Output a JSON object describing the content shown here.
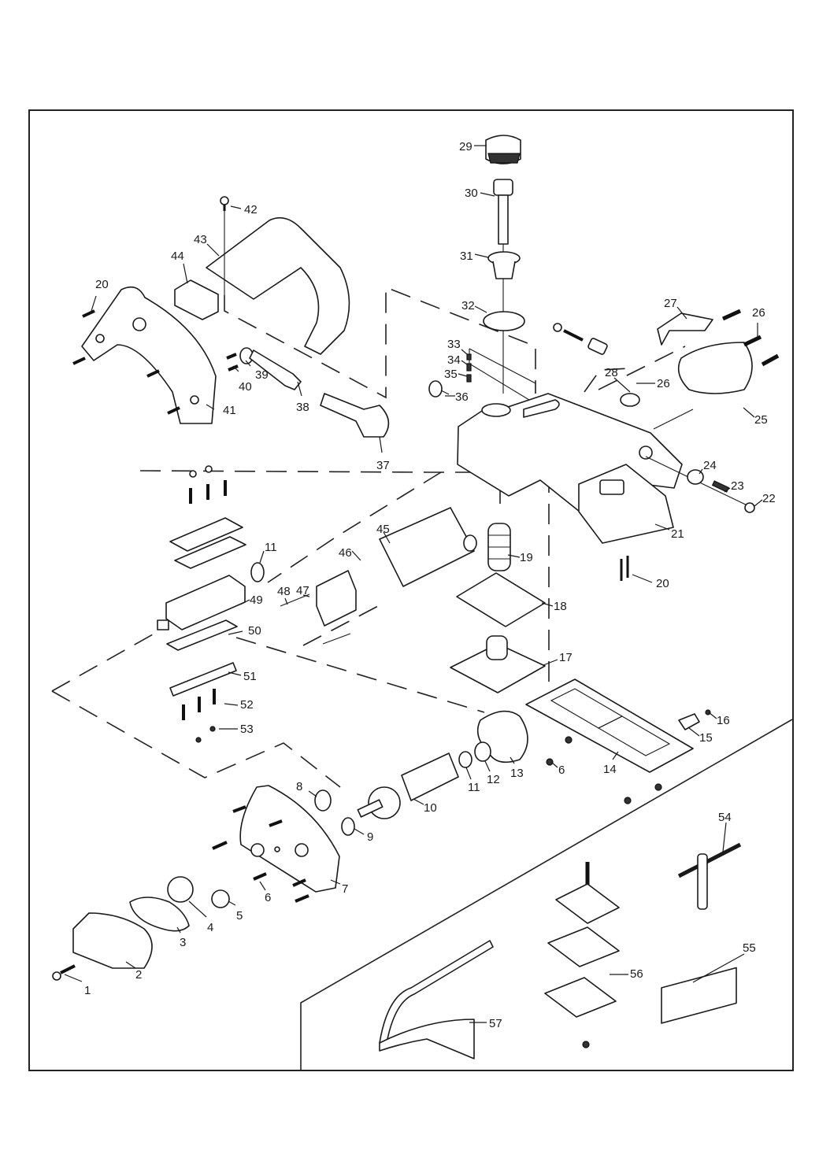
{
  "diagram": {
    "title": "Electric planer exploded parts view",
    "callouts": [
      {
        "id": "1",
        "label": "1"
      },
      {
        "id": "2",
        "label": "2"
      },
      {
        "id": "3",
        "label": "3"
      },
      {
        "id": "4",
        "label": "4"
      },
      {
        "id": "5",
        "label": "5"
      },
      {
        "id": "6a",
        "label": "6"
      },
      {
        "id": "6b",
        "label": "6"
      },
      {
        "id": "7",
        "label": "7"
      },
      {
        "id": "8",
        "label": "8"
      },
      {
        "id": "9",
        "label": "9"
      },
      {
        "id": "10",
        "label": "10"
      },
      {
        "id": "11a",
        "label": "11"
      },
      {
        "id": "11b",
        "label": "11"
      },
      {
        "id": "12",
        "label": "12"
      },
      {
        "id": "13",
        "label": "13"
      },
      {
        "id": "14",
        "label": "14"
      },
      {
        "id": "15",
        "label": "15"
      },
      {
        "id": "16",
        "label": "16"
      },
      {
        "id": "17",
        "label": "17"
      },
      {
        "id": "18",
        "label": "18"
      },
      {
        "id": "19",
        "label": "19"
      },
      {
        "id": "20a",
        "label": "20"
      },
      {
        "id": "20b",
        "label": "20"
      },
      {
        "id": "21",
        "label": "21"
      },
      {
        "id": "22",
        "label": "22"
      },
      {
        "id": "23",
        "label": "23"
      },
      {
        "id": "24",
        "label": "24"
      },
      {
        "id": "25",
        "label": "25"
      },
      {
        "id": "26a",
        "label": "26"
      },
      {
        "id": "26b",
        "label": "26"
      },
      {
        "id": "27",
        "label": "27"
      },
      {
        "id": "28",
        "label": "28"
      },
      {
        "id": "29",
        "label": "29"
      },
      {
        "id": "30",
        "label": "30"
      },
      {
        "id": "31",
        "label": "31"
      },
      {
        "id": "32",
        "label": "32"
      },
      {
        "id": "33",
        "label": "33"
      },
      {
        "id": "34",
        "label": "34"
      },
      {
        "id": "35",
        "label": "35"
      },
      {
        "id": "36",
        "label": "36"
      },
      {
        "id": "37",
        "label": "37"
      },
      {
        "id": "38",
        "label": "38"
      },
      {
        "id": "39",
        "label": "39"
      },
      {
        "id": "40",
        "label": "40"
      },
      {
        "id": "41",
        "label": "41"
      },
      {
        "id": "42",
        "label": "42"
      },
      {
        "id": "43",
        "label": "43"
      },
      {
        "id": "44",
        "label": "44"
      },
      {
        "id": "45",
        "label": "45"
      },
      {
        "id": "46",
        "label": "46"
      },
      {
        "id": "47",
        "label": "47"
      },
      {
        "id": "48",
        "label": "48"
      },
      {
        "id": "49",
        "label": "49"
      },
      {
        "id": "50",
        "label": "50"
      },
      {
        "id": "51",
        "label": "51"
      },
      {
        "id": "52",
        "label": "52"
      },
      {
        "id": "53",
        "label": "53"
      },
      {
        "id": "54",
        "label": "54"
      },
      {
        "id": "55",
        "label": "55"
      },
      {
        "id": "56",
        "label": "56"
      },
      {
        "id": "57",
        "label": "57"
      }
    ]
  }
}
